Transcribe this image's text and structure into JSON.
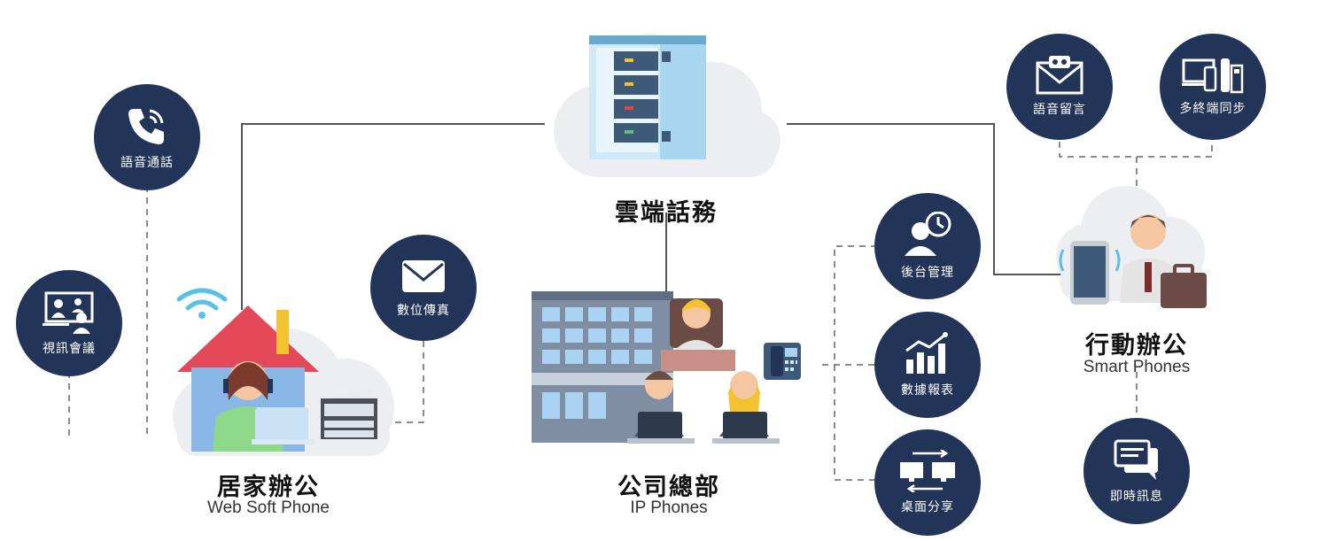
{
  "center": {
    "title": "雲端話務"
  },
  "home": {
    "title": "居家辦公",
    "subtitle": "Web Soft Phone"
  },
  "hq": {
    "title": "公司總部",
    "subtitle": "IP Phones"
  },
  "mobile": {
    "title": "行動辦公",
    "subtitle": "Smart Phones"
  },
  "features": {
    "voice_call": "語音通話",
    "video_meeting": "視訊會議",
    "digital_fax": "數位傳真",
    "voicemail": "語音留言",
    "multi_device_sync": "多終端同步",
    "backend_admin": "後台管理",
    "data_reports": "數據報表",
    "desktop_share": "桌面分享",
    "instant_message": "即時訊息"
  },
  "colors": {
    "badge": "#223559",
    "line": "#555555",
    "cloud": "#eceef1"
  }
}
